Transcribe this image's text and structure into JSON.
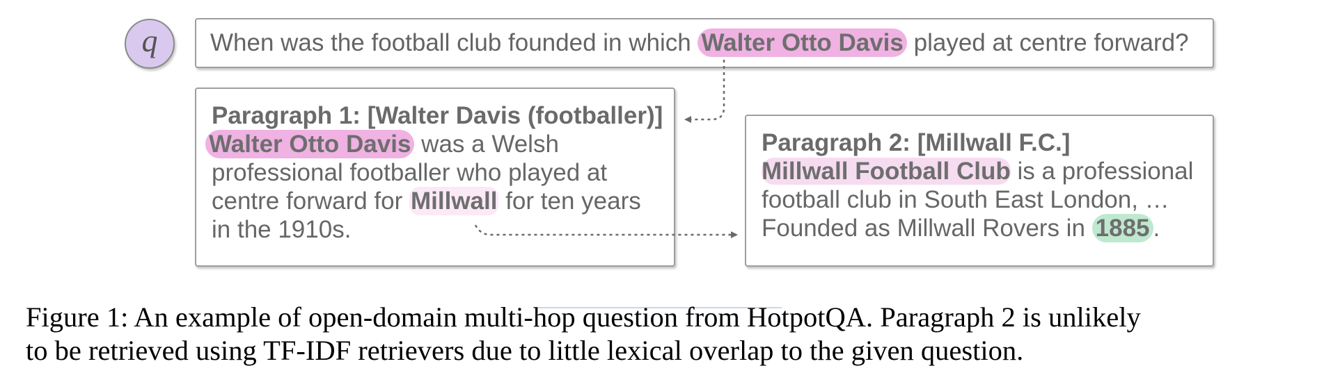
{
  "question": {
    "badge": "q",
    "text_before": "When was the football club founded in which",
    "entity": "Walter Otto Davis",
    "text_after": "played at centre forward?"
  },
  "paragraph1": {
    "title": "Paragraph 1: [Walter Davis (footballer)]",
    "entity": "Walter Otto Davis",
    "line1_rest": " was a Welsh",
    "line2": "professional footballer who played at",
    "line3_before": "centre forward for ",
    "bridge": "Millwall",
    "line3_after": " for ten years",
    "line4": "in the 1910s."
  },
  "paragraph2": {
    "title": "Paragraph 2: [Millwall F.C.]",
    "entity": "Millwall Football Club",
    "line1_rest": " is a professional",
    "line2": "football club in South East London, …",
    "line3_before": "Founded as Millwall Rovers in ",
    "answer": "1885",
    "line3_after": "."
  },
  "caption": {
    "line1": "Figure 1:  An example of open-domain multi-hop question from HotpotQA. Paragraph 2 is unlikely",
    "line2": "to be retrieved using TF-IDF retrievers due to little lexical overlap to the given question."
  },
  "colors": {
    "entity_highlight": "#efb2e2",
    "bridge_highlight": "#fbe9f6",
    "answer_highlight": "#bfe9cf",
    "badge_fill": "#d9c9ef"
  }
}
